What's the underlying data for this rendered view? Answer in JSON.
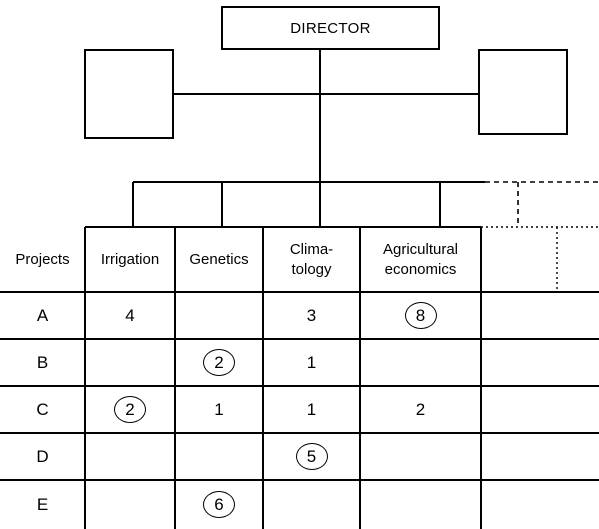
{
  "director": {
    "label": "DIRECTOR"
  },
  "matrix": {
    "corner_label": "Projects",
    "columns": [
      {
        "key": "irrigation",
        "label": "Irrigation"
      },
      {
        "key": "genetics",
        "label": "Genetics"
      },
      {
        "key": "climatology",
        "label": "Clima-\ntology"
      },
      {
        "key": "agri",
        "label": "Agricultural\neconomics"
      }
    ],
    "rows": [
      {
        "label": "A",
        "cells": [
          {
            "v": "4",
            "circled": false
          },
          {
            "v": "",
            "circled": false
          },
          {
            "v": "3",
            "circled": false
          },
          {
            "v": "8",
            "circled": true
          }
        ]
      },
      {
        "label": "B",
        "cells": [
          {
            "v": "",
            "circled": false
          },
          {
            "v": "2",
            "circled": true
          },
          {
            "v": "1",
            "circled": false
          },
          {
            "v": "",
            "circled": false
          }
        ]
      },
      {
        "label": "C",
        "cells": [
          {
            "v": "2",
            "circled": true
          },
          {
            "v": "1",
            "circled": false
          },
          {
            "v": "1",
            "circled": false
          },
          {
            "v": "2",
            "circled": false
          }
        ]
      },
      {
        "label": "D",
        "cells": [
          {
            "v": "",
            "circled": false
          },
          {
            "v": "",
            "circled": false
          },
          {
            "v": "5",
            "circled": true
          },
          {
            "v": "",
            "circled": false
          }
        ]
      },
      {
        "label": "E",
        "cells": [
          {
            "v": "",
            "circled": false
          },
          {
            "v": "6",
            "circled": true
          },
          {
            "v": "",
            "circled": false
          },
          {
            "v": "",
            "circled": false
          }
        ]
      }
    ]
  }
}
